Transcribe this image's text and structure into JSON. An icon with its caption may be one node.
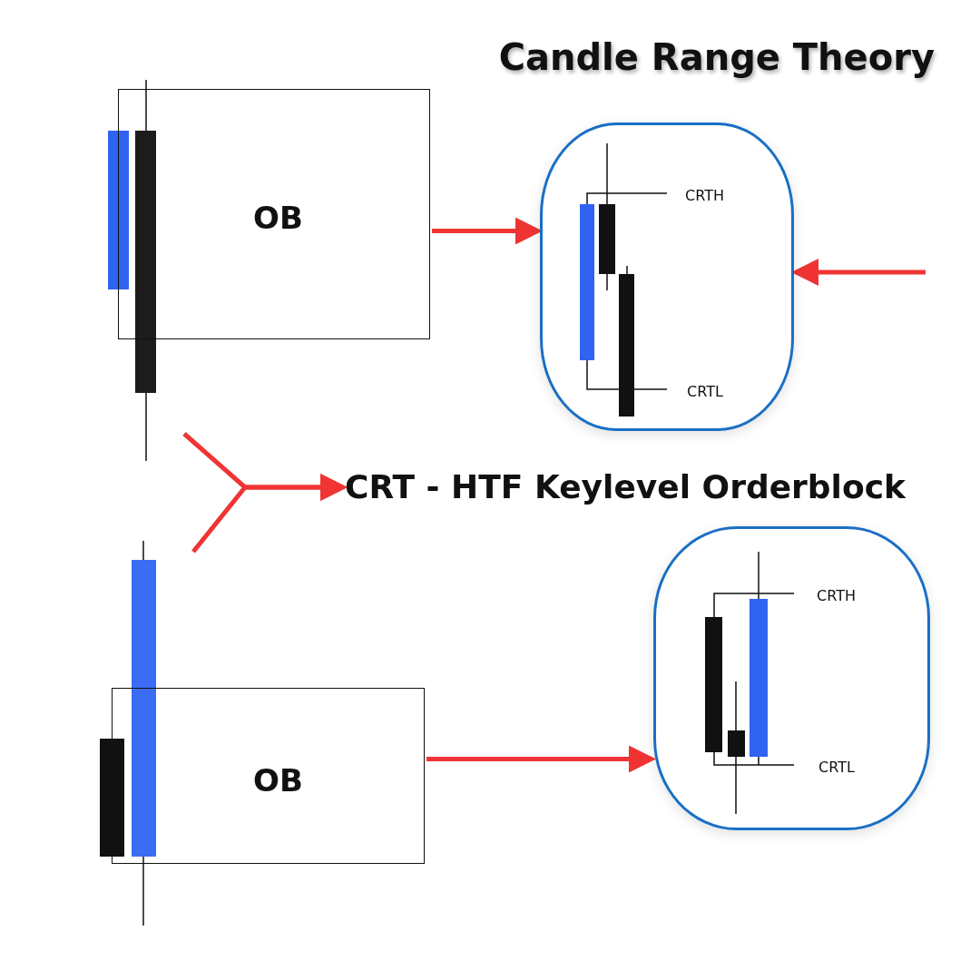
{
  "diagram": {
    "title": "Candle Range Theory",
    "nodes": [
      {
        "text": [
          "OB"
        ]
      },
      {
        "text": [
          "CRTH",
          "CRTL"
        ]
      },
      {
        "text": [
          "CRT - HTF Keylevel Orderblock"
        ]
      },
      {
        "text": [
          "OB"
        ]
      },
      {
        "text": [
          "CRTH",
          "CRTL"
        ]
      }
    ],
    "edges": [
      {
        "from": 0,
        "to": 1,
        "arrow": "to"
      },
      {
        "from": null,
        "to": 1,
        "arrow": "to"
      },
      {
        "from": null,
        "to": 2,
        "arrow": "to"
      },
      {
        "from": null,
        "to": 2,
        "arrow": "to"
      },
      {
        "from": 3,
        "to": 4,
        "arrow": "to"
      }
    ]
  }
}
